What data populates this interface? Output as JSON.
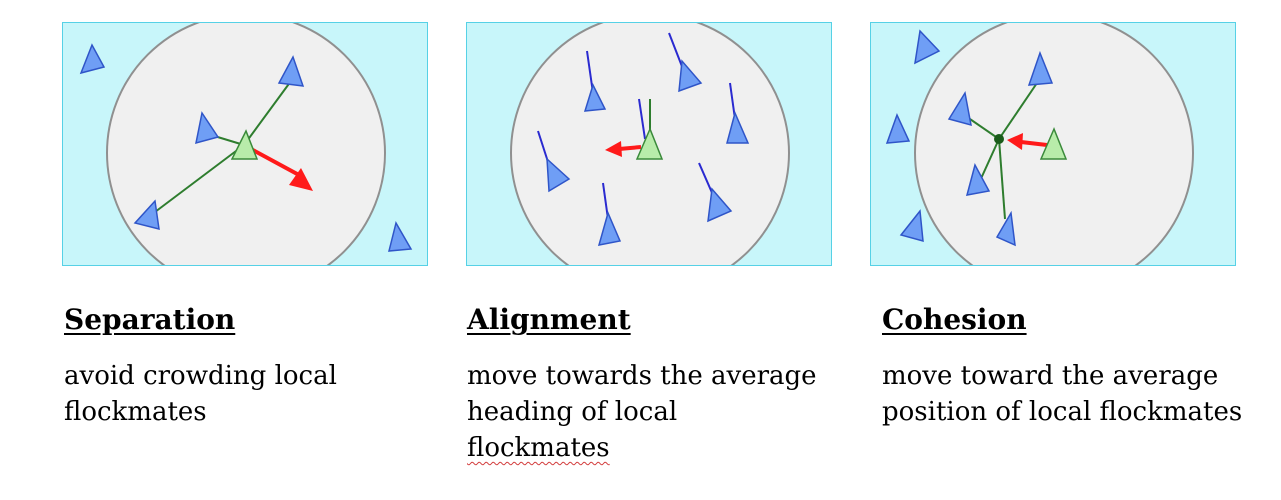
{
  "colors": {
    "panel_background": "#c8f6fa",
    "panel_border": "#56d1e6",
    "neighborhood_fill": "#f0f0f0",
    "neighborhood_stroke": "#909090",
    "flockmate_fill": "#6f9ef5",
    "flockmate_stroke": "#2f55c8",
    "focal_boid_fill": "#b8ecaa",
    "focal_boid_stroke": "#3a8a3a",
    "connector_line": "#2e7d2e",
    "steering_arrow": "#ff1a1a",
    "heading_line": "#2a2ad0"
  },
  "rules": [
    {
      "id": "separation",
      "title": "Separation",
      "description": "avoid crowding local flockmates"
    },
    {
      "id": "alignment",
      "title": "Alignment",
      "description_lines": [
        "move towards the average",
        "heading of local"
      ],
      "description_flagged_word": "flockmates"
    },
    {
      "id": "cohesion",
      "title": "Cohesion",
      "description": "move toward the average position of local flockmates"
    }
  ]
}
